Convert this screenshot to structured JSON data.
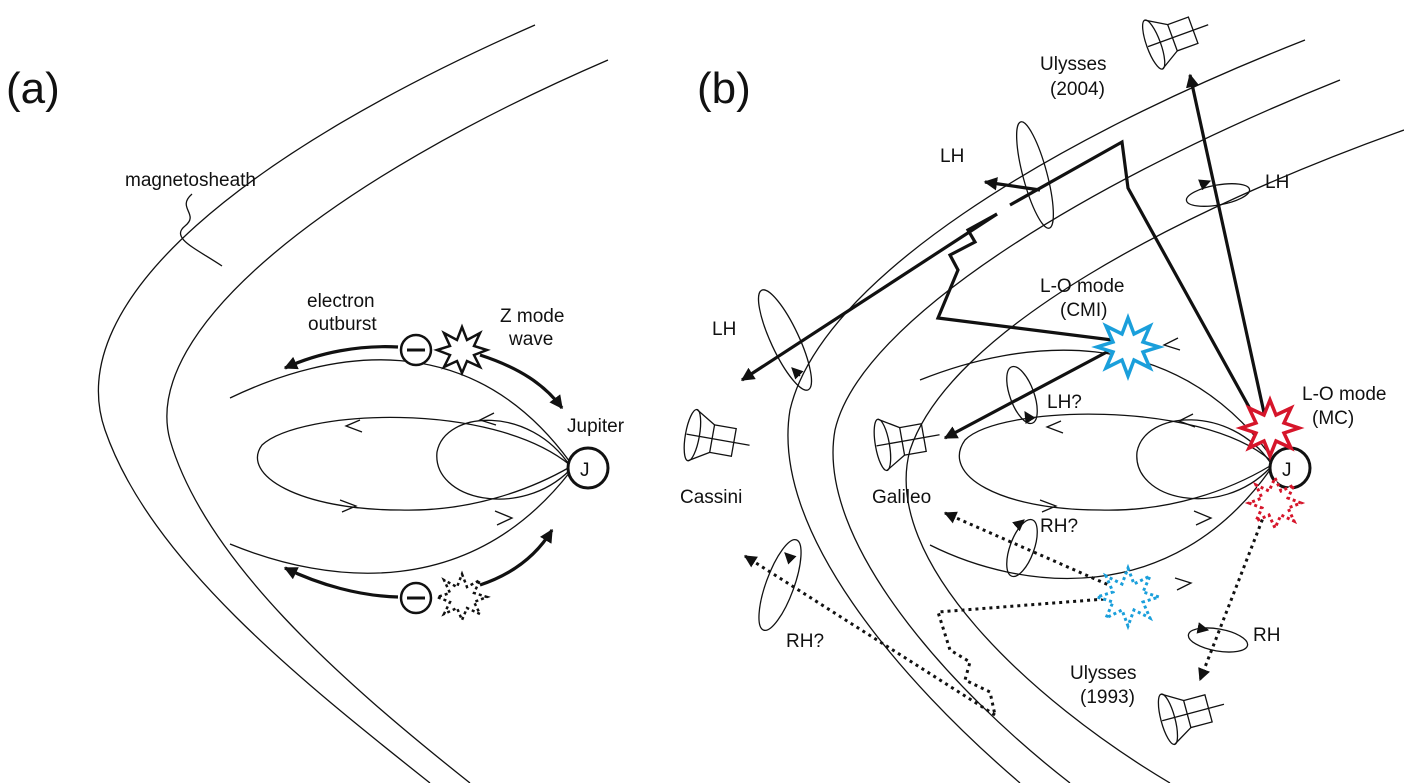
{
  "panels": {
    "a": "(a)",
    "b": "(b)"
  },
  "labels_a": {
    "magnetosheath": "magnetosheath",
    "electron_line1": "electron",
    "electron_line2": "outburst",
    "zmode_line1": "Z mode",
    "zmode_line2": "wave",
    "jupiter": "Jupiter",
    "j_symbol": "J"
  },
  "labels_b": {
    "lh_top": "LH",
    "lh_right": "LH",
    "lh_left": "LH",
    "lh_q": "LH?",
    "rh_q_mid": "RH?",
    "rh_q_low": "RH?",
    "rh_right": "RH",
    "ulysses2004_line1": "Ulysses",
    "ulysses2004_line2": "(2004)",
    "ulysses1993_line1": "Ulysses",
    "ulysses1993_line2": "(1993)",
    "lo_cmi_line1": "L-O mode",
    "lo_cmi_line2": "(CMI)",
    "lo_mc_line1": "L-O mode",
    "lo_mc_line2": "(MC)",
    "cassini": "Cassini",
    "galileo": "Galileo",
    "j_symbol": "J"
  },
  "colors": {
    "cmi_source": "#1a9fdb",
    "mc_source": "#d6152a",
    "ink": "#111111"
  }
}
